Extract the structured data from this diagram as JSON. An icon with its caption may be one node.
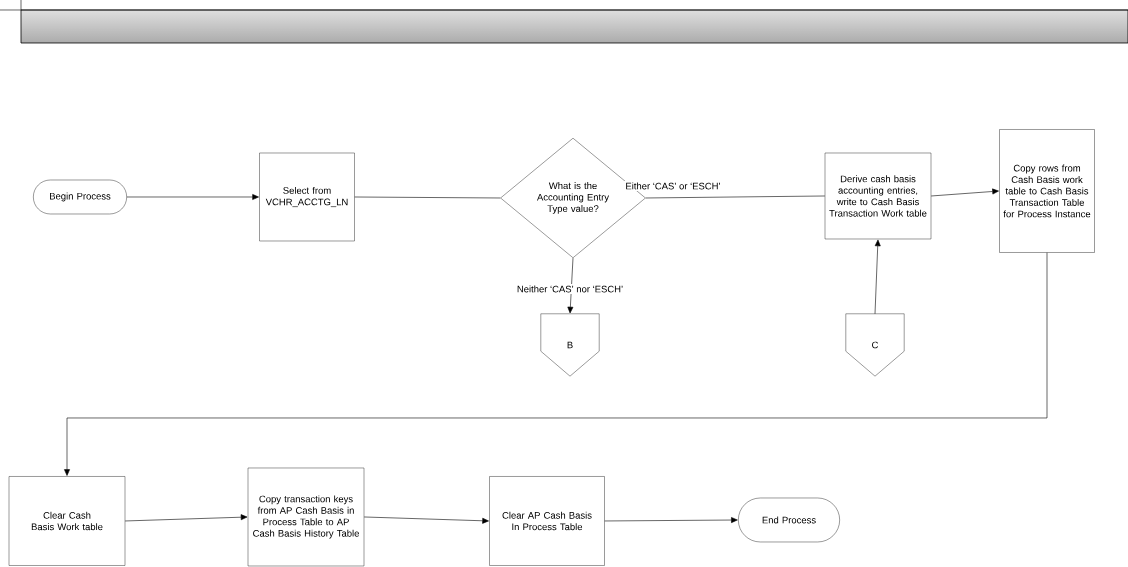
{
  "diagram": {
    "nodes": [
      {
        "text": [
          "Begin Process"
        ]
      },
      {
        "text": [
          "Select from VCHR_ACCTG_LN"
        ]
      },
      {
        "text": [
          "What is the Accounting Entry Type value?"
        ]
      },
      {
        "text": [
          "Derive cash basis accounting entries, write to Cash Basis Transaction Work table"
        ]
      },
      {
        "text": [
          "Copy rows from Cash Basis work table to Cash Basis Transaction Table for Process Instance"
        ]
      },
      {
        "text": [
          "B"
        ]
      },
      {
        "text": [
          "C"
        ]
      },
      {
        "text": [
          "Clear Cash Basis Work table"
        ]
      },
      {
        "text": [
          "Copy transaction keys from AP Cash Basis in Process Table to AP Cash Basis History Table"
        ]
      },
      {
        "text": [
          "Clear AP Cash Basis In Process Table"
        ]
      },
      {
        "text": [
          "End Process"
        ]
      }
    ],
    "edges": [
      {
        "from": 0,
        "to": 1,
        "arrow": "to"
      },
      {
        "from": 1,
        "to": 2,
        "arrow": "none"
      },
      {
        "from": 2,
        "to": 3,
        "arrow": "none",
        "label": "Either ‘CAS’ or ‘ESCH’"
      },
      {
        "from": 3,
        "to": 4,
        "arrow": "to"
      },
      {
        "from": 2,
        "to": 5,
        "arrow": "to",
        "label": "Neither ‘CAS’ nor ‘ESCH’"
      },
      {
        "from": 6,
        "to": 3,
        "arrow": "to"
      },
      {
        "from": 4,
        "to": 7,
        "arrow": "to"
      },
      {
        "from": 7,
        "to": 8,
        "arrow": "to"
      },
      {
        "from": 8,
        "to": 9,
        "arrow": "to"
      },
      {
        "from": 9,
        "to": 10,
        "arrow": "to"
      }
    ]
  }
}
